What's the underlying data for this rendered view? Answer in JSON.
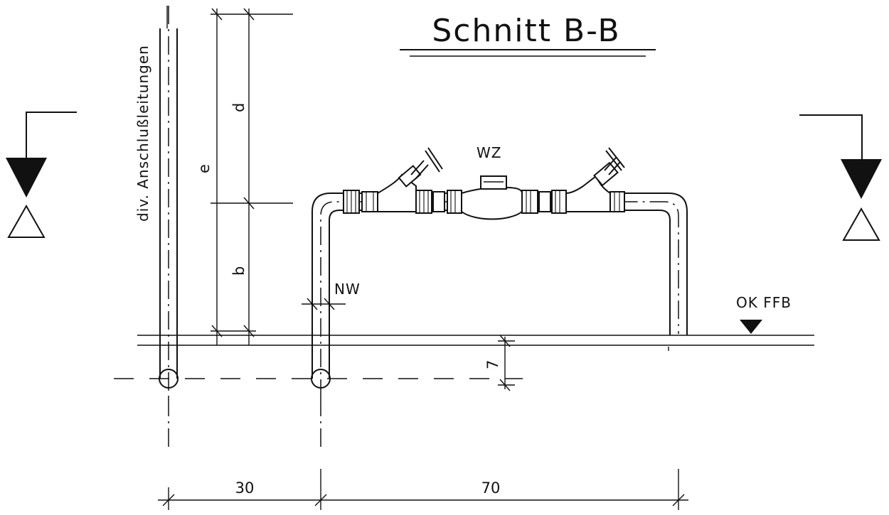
{
  "diagram": {
    "title": "Schnitt B-B",
    "labels": {
      "pipes_left": "div. Anschlußleitungen",
      "meter": "WZ",
      "nominal_width": "NW",
      "floor_level": "OK FFB"
    },
    "dimensions": {
      "height_e": "e",
      "height_d": "d",
      "height_b": "b",
      "depth": "7",
      "spacing_left": "30",
      "spacing_meter": "70"
    },
    "colors": {
      "line": "#111111",
      "background": "#ffffff"
    },
    "icons": [
      "section-arrow-icon",
      "gate-valve-icon",
      "water-meter-icon",
      "floor-level-triangle-icon"
    ]
  }
}
